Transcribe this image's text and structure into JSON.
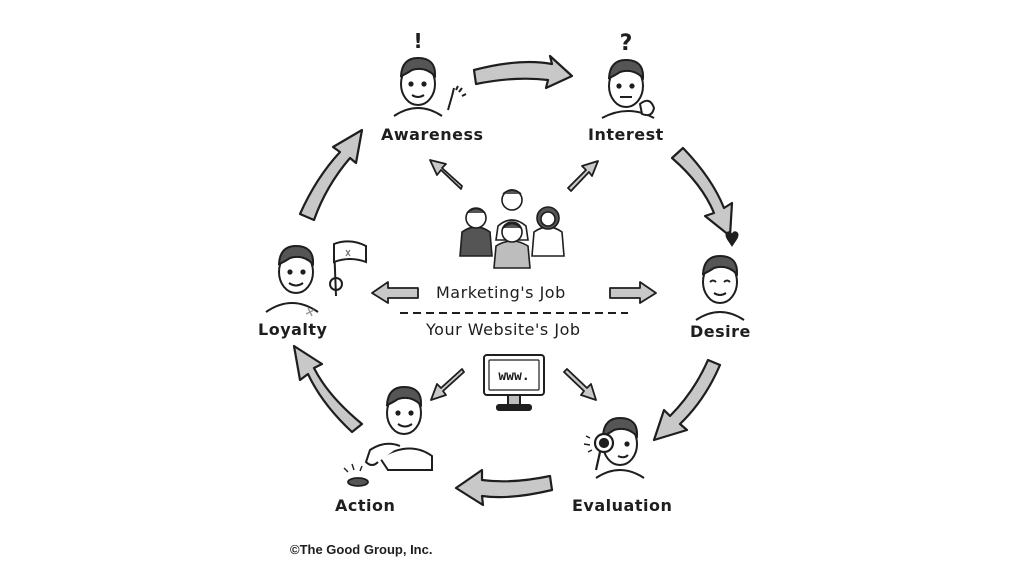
{
  "stages": {
    "awareness": "Awareness",
    "interest": "Interest",
    "desire": "Desire",
    "evaluation": "Evaluation",
    "action": "Action",
    "loyalty": "Loyalty"
  },
  "center": {
    "marketing_job": "Marketing's Job",
    "website_job": "Your Website's Job",
    "monitor_text": "www."
  },
  "marks": {
    "awareness": "!",
    "interest": "?"
  },
  "copyright": "©The Good Group, Inc.",
  "colors": {
    "ink": "#1e1e1e",
    "arrow_fill": "#c8c8c8",
    "shirt_gray": "#bdbdbd",
    "dark_gray": "#555555"
  }
}
